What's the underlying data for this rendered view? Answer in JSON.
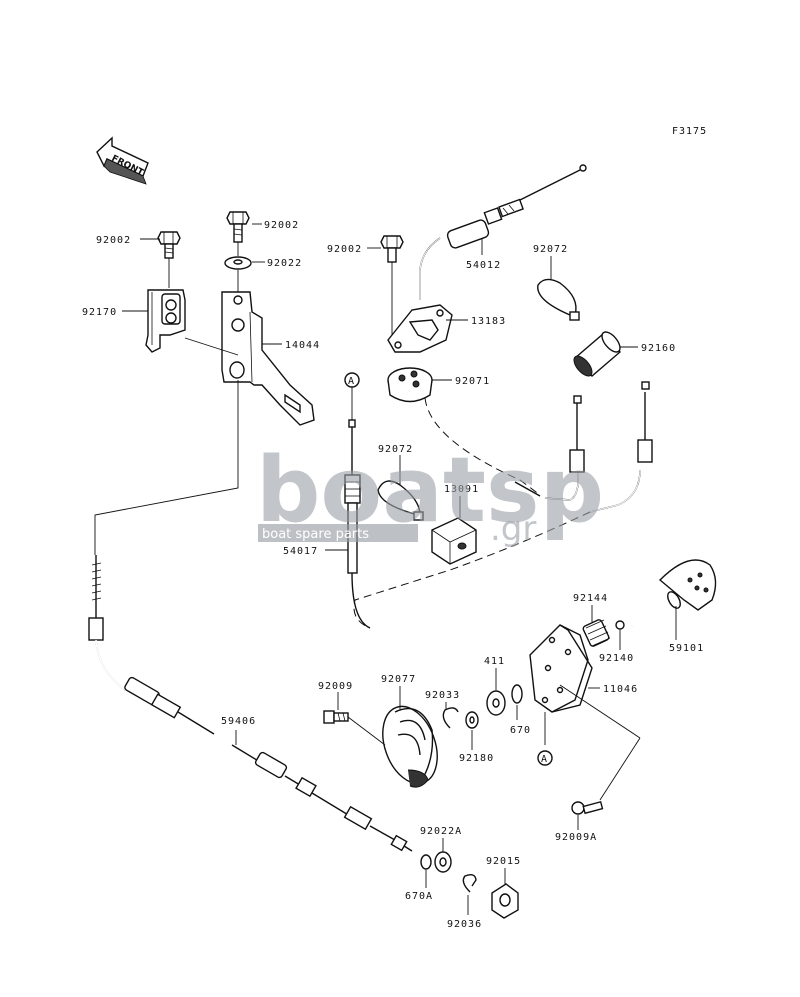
{
  "figure_code": "F3175",
  "direction_label": "FRONT",
  "reference_marker": "A",
  "watermark": {
    "brand": "boatsp",
    "tagline": "boat spare parts",
    "suffix": ".gr"
  },
  "callouts": [
    {
      "id": "92002-left",
      "label": "92002"
    },
    {
      "id": "92002-mid",
      "label": "92002"
    },
    {
      "id": "92002-right",
      "label": "92002"
    },
    {
      "id": "92022",
      "label": "92022"
    },
    {
      "id": "92170",
      "label": "92170"
    },
    {
      "id": "14044",
      "label": "14044"
    },
    {
      "id": "54012",
      "label": "54012"
    },
    {
      "id": "13183",
      "label": "13183"
    },
    {
      "id": "92071",
      "label": "92071"
    },
    {
      "id": "92072-top",
      "label": "92072"
    },
    {
      "id": "92160",
      "label": "92160"
    },
    {
      "id": "92072-mid",
      "label": "92072"
    },
    {
      "id": "13091",
      "label": "13091"
    },
    {
      "id": "54017",
      "label": "54017"
    },
    {
      "id": "92144",
      "label": "92144"
    },
    {
      "id": "92140",
      "label": "92140"
    },
    {
      "id": "59101",
      "label": "59101"
    },
    {
      "id": "411",
      "label": "411"
    },
    {
      "id": "11046",
      "label": "11046"
    },
    {
      "id": "670",
      "label": "670"
    },
    {
      "id": "92009",
      "label": "92009"
    },
    {
      "id": "92077",
      "label": "92077"
    },
    {
      "id": "92033",
      "label": "92033"
    },
    {
      "id": "92180",
      "label": "92180"
    },
    {
      "id": "59406",
      "label": "59406"
    },
    {
      "id": "92009A",
      "label": "92009A"
    },
    {
      "id": "92022A",
      "label": "92022A"
    },
    {
      "id": "92015",
      "label": "92015"
    },
    {
      "id": "670A",
      "label": "670A"
    },
    {
      "id": "92036",
      "label": "92036"
    }
  ]
}
